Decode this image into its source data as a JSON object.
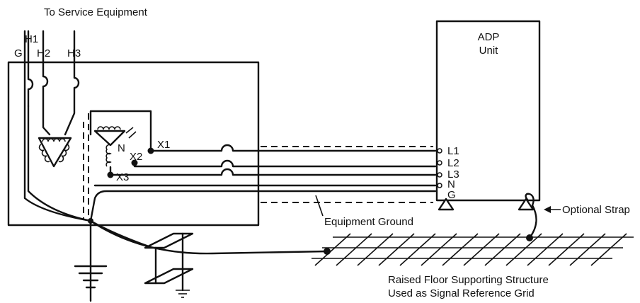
{
  "labels": {
    "service": "To Service Equipment",
    "h1": "H1",
    "g": "G",
    "h2": "H2",
    "h3": "H3",
    "adp_line1": "ADP",
    "adp_line2": "Unit",
    "n_trans": "N",
    "x1": "X1",
    "x2": "X2",
    "x3": "X3",
    "l1": "L1",
    "l2": "L2",
    "l3": "L3",
    "n_term": "N",
    "g_term": "G",
    "equipment_ground": "Equipment Ground",
    "optional_strap": "Optional Strap",
    "grid_line1": "Raised Floor Supporting Structure",
    "grid_line2": "Used as Signal Reference Grid"
  }
}
